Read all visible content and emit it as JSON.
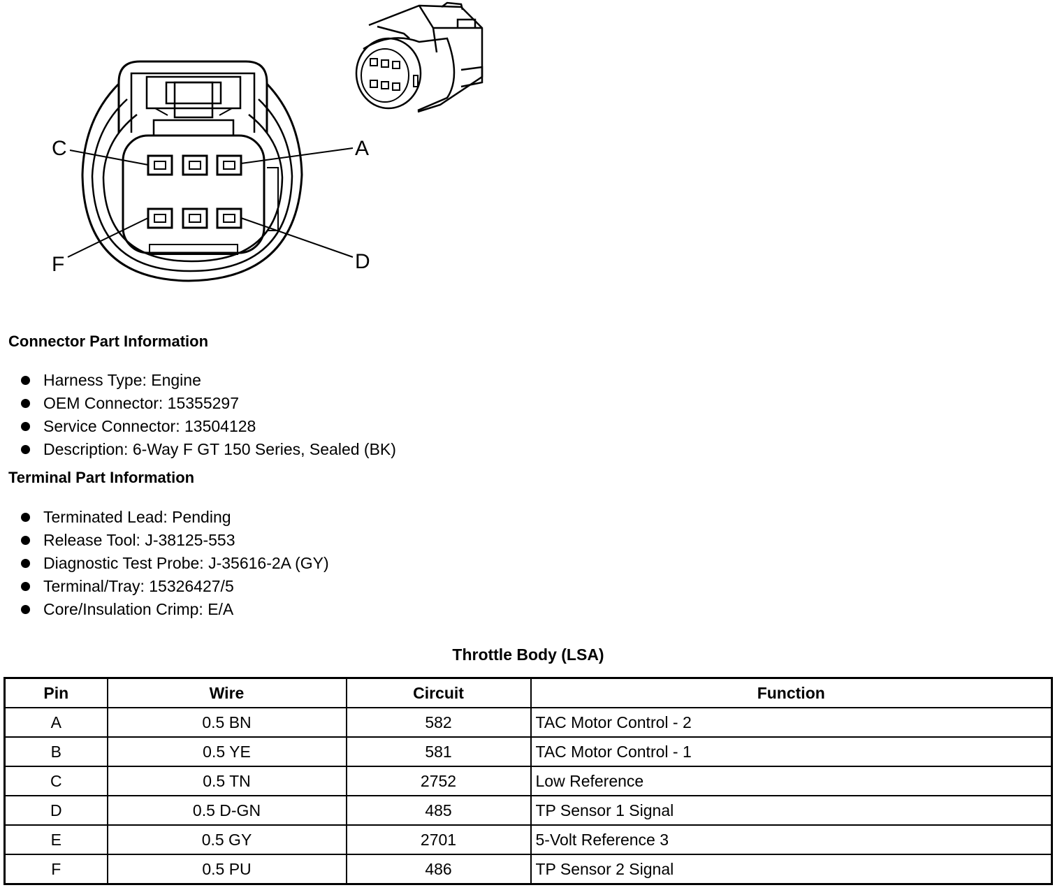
{
  "diagram": {
    "pin_labels": {
      "c": "C",
      "a": "A",
      "f": "F",
      "d": "D"
    }
  },
  "connector_part_info": {
    "title": "Connector Part Information",
    "items": [
      "Harness Type: Engine",
      "OEM Connector: 15355297",
      "Service Connector: 13504128",
      "Description: 6-Way F GT 150 Series, Sealed (BK)"
    ]
  },
  "terminal_part_info": {
    "title": "Terminal Part Information",
    "items": [
      "Terminated Lead: Pending",
      "Release Tool: J-38125-553",
      "Diagnostic Test Probe: J-35616-2A (GY)",
      "Terminal/Tray: 15326427/5",
      "Core/Insulation Crimp: E/A"
    ]
  },
  "table": {
    "title": "Throttle Body (LSA)",
    "headers": [
      "Pin",
      "Wire",
      "Circuit",
      "Function"
    ],
    "rows": [
      [
        "A",
        "0.5 BN",
        "582",
        "TAC Motor Control - 2"
      ],
      [
        "B",
        "0.5 YE",
        "581",
        "TAC Motor Control - 1"
      ],
      [
        "C",
        "0.5 TN",
        "2752",
        "Low Reference"
      ],
      [
        "D",
        "0.5 D-GN",
        "485",
        "TP Sensor 1 Signal"
      ],
      [
        "E",
        "0.5 GY",
        "2701",
        "5-Volt Reference 3"
      ],
      [
        "F",
        "0.5 PU",
        "486",
        "TP Sensor 2 Signal"
      ]
    ]
  }
}
